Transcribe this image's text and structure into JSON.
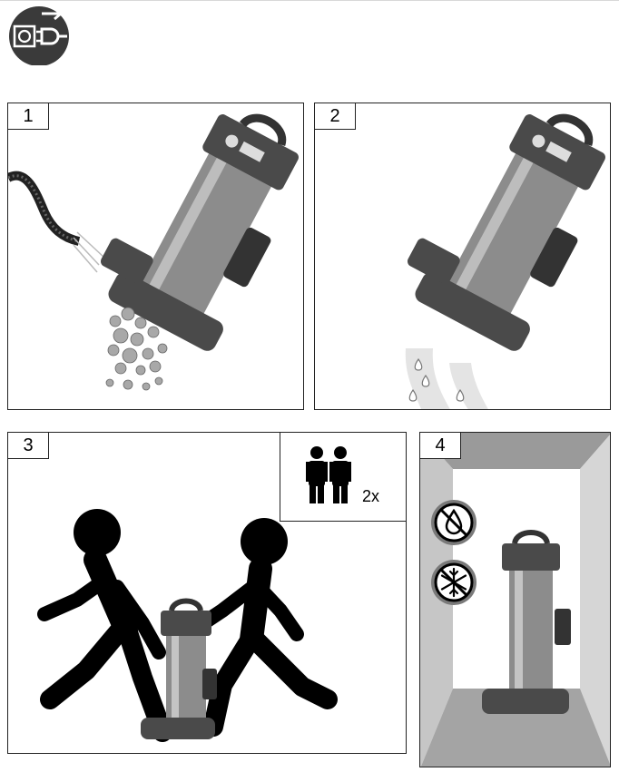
{
  "icons": {
    "header": "unplug-before-work-icon",
    "panel1": "pump-debris-icon",
    "panel2": "pump-water-icon",
    "panel3": "two-person-carry-icon",
    "panel4_a": "no-water-icon",
    "panel4_b": "no-frost-icon"
  },
  "colors": {
    "badge": "#3a3a3a",
    "pump_dark": "#4a4a4a",
    "steel": "#8c8c8c",
    "room_wall": "#b8b8b8"
  },
  "steps": [
    {
      "number": "1"
    },
    {
      "number": "2"
    },
    {
      "number": "3",
      "people_count": "2x"
    },
    {
      "number": "4"
    }
  ]
}
